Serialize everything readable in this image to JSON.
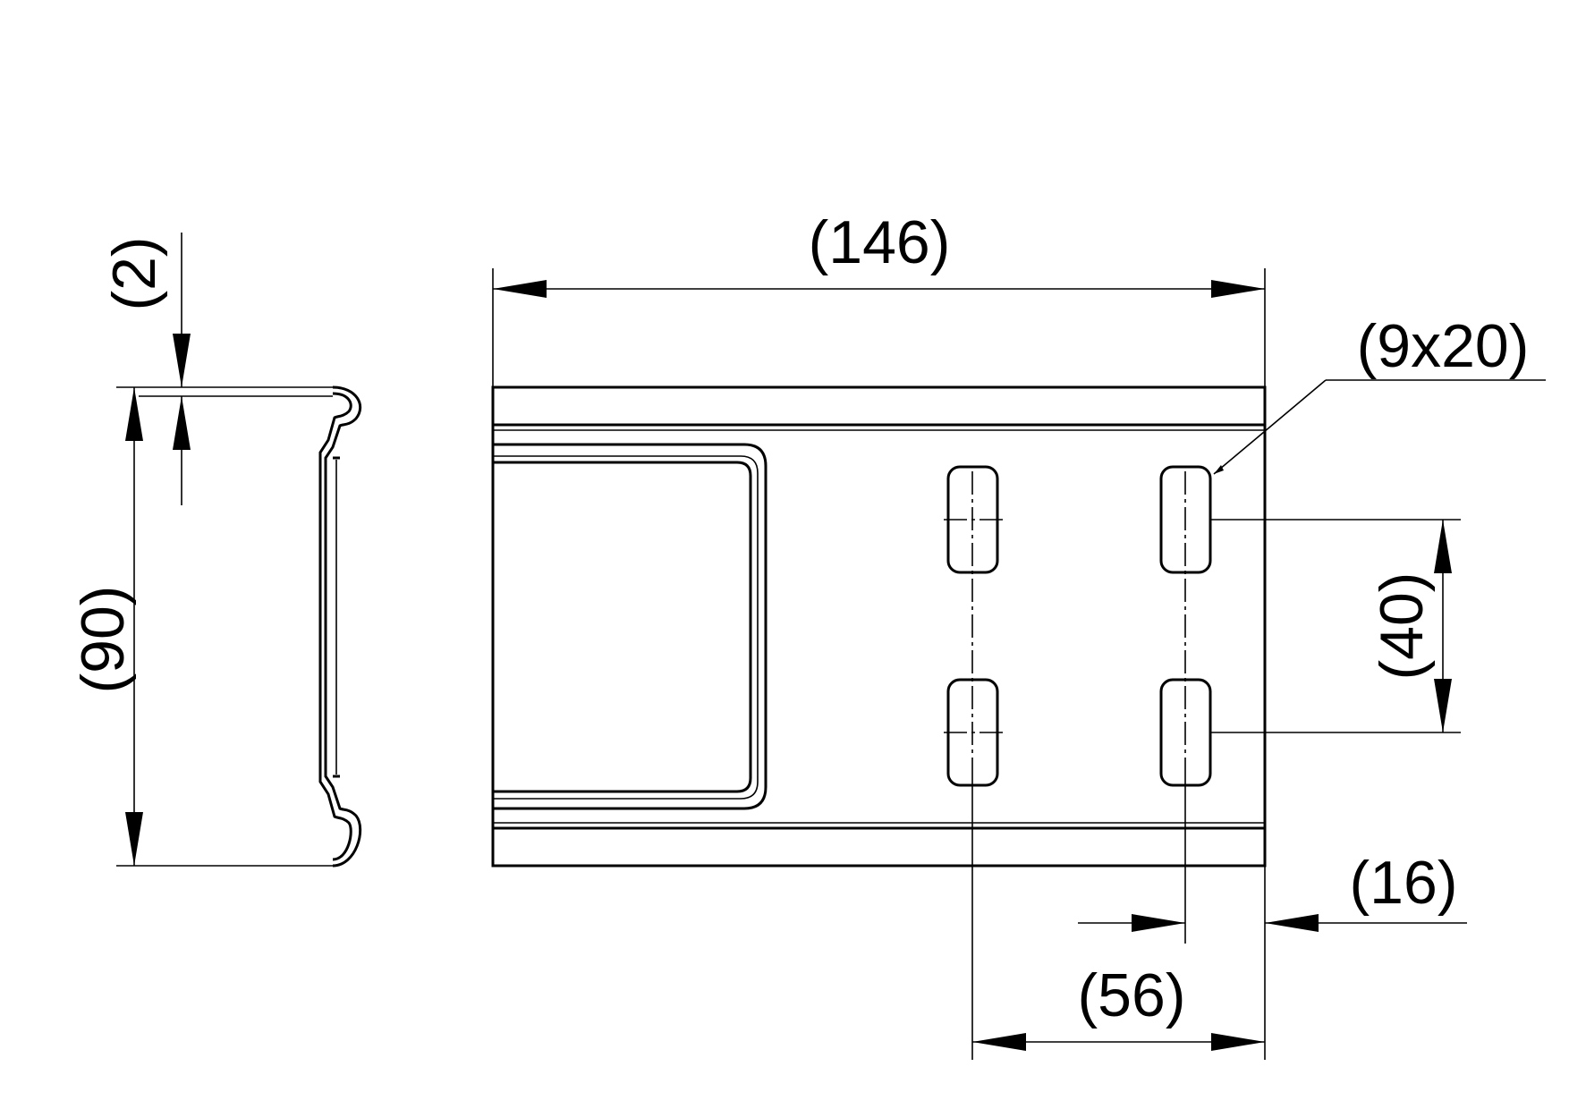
{
  "drawing": {
    "colors": {
      "line": "#000000",
      "background": "#ffffff"
    },
    "dimensions": {
      "overall_width": "(146)",
      "slot_size": "(9x20)",
      "slot_vertical_spacing": "(40)",
      "edge_to_slot": "(16)",
      "slot_horizontal_spacing": "(56)",
      "material_thickness": "(2)",
      "overall_height": "(90)"
    }
  }
}
